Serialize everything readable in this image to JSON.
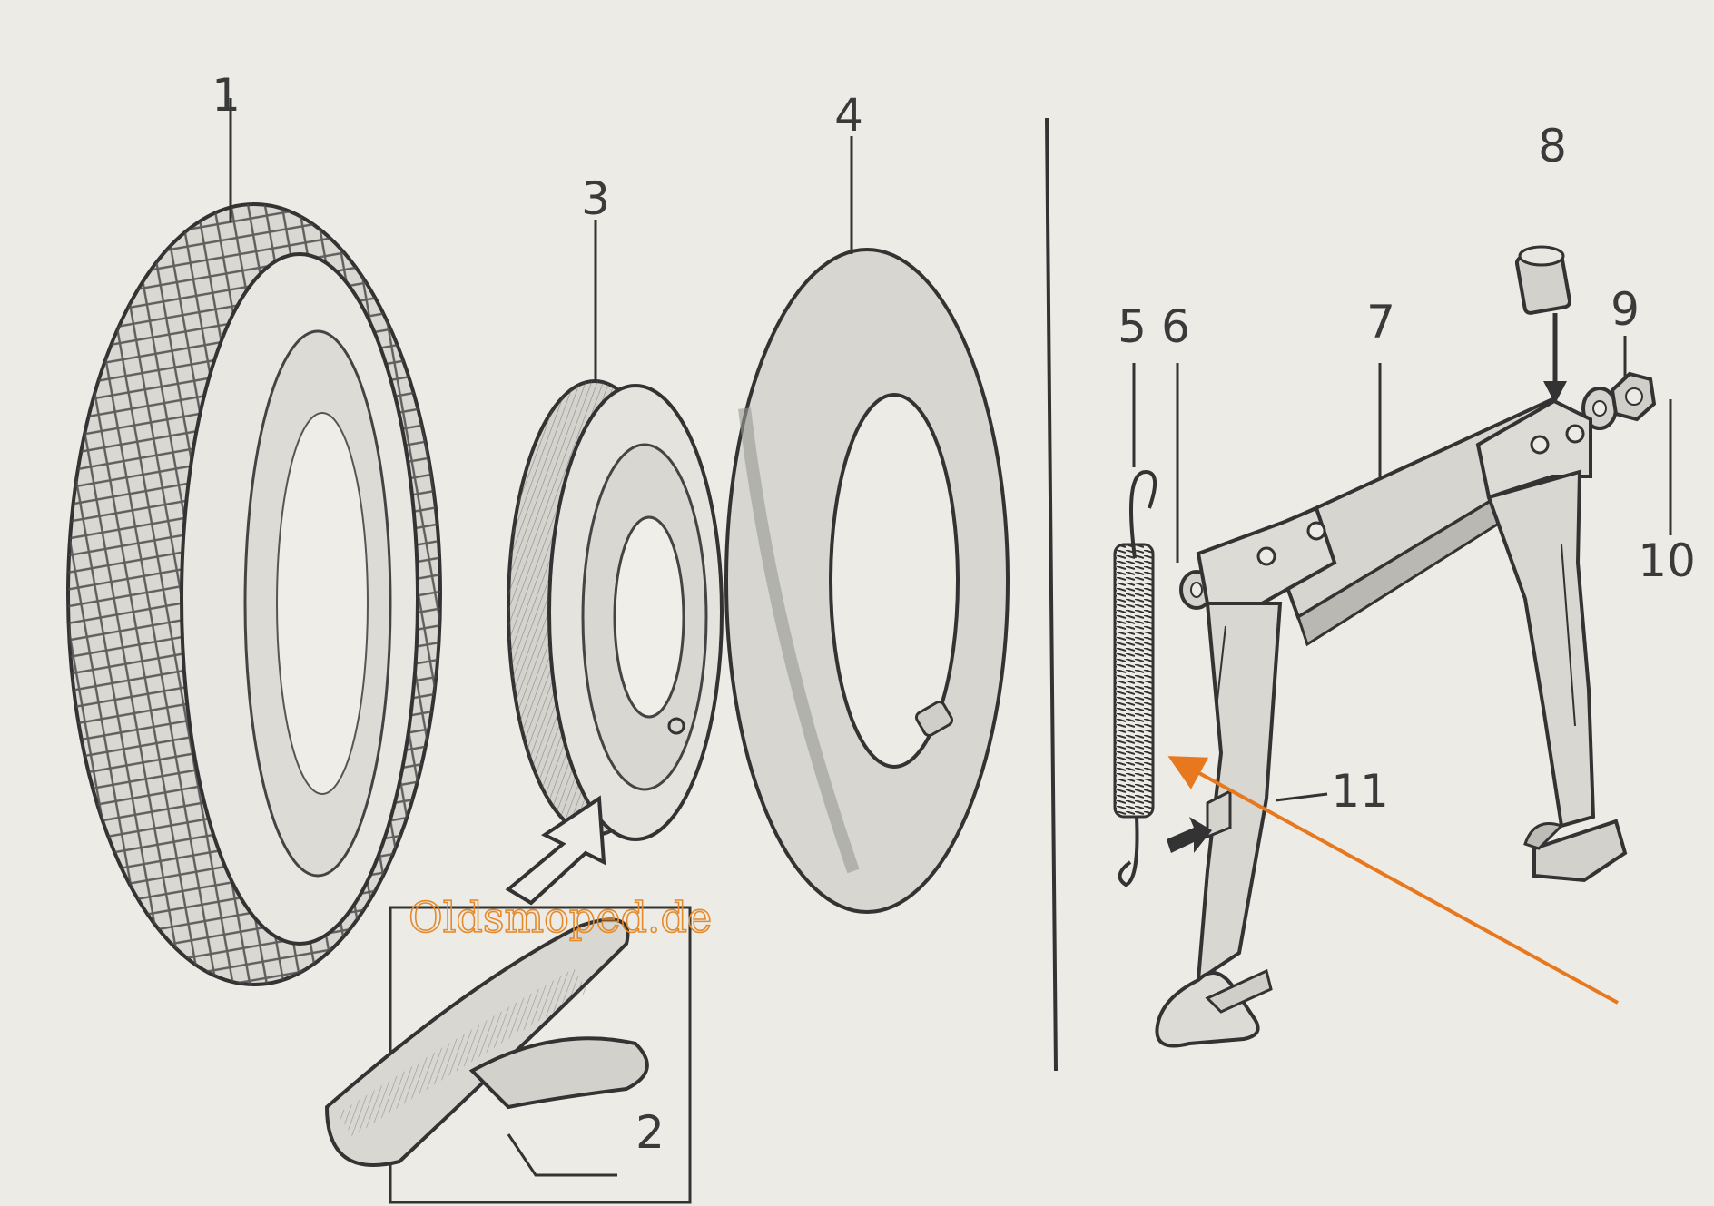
{
  "labels": {
    "n1": "1",
    "n2": "2",
    "n3": "3",
    "n4": "4",
    "n5": "5",
    "n6": "6",
    "n7": "7",
    "n8": "8",
    "n9": "9",
    "n10": "10",
    "n11": "11"
  },
  "watermark": "Oldsmoped.de",
  "colors": {
    "paper": "#ecebe6",
    "ink": "#3a3a3a",
    "annotation_arrow": "#e8781e",
    "watermark": "#e58a2a"
  }
}
